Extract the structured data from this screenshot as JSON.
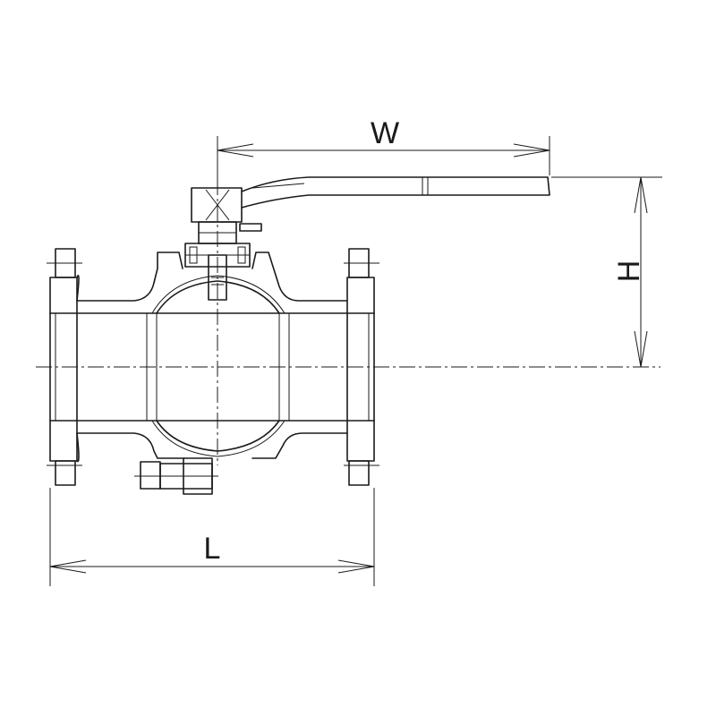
{
  "dimensions": {
    "w_label": "W",
    "h_label": "H",
    "l_label": "L"
  },
  "colors": {
    "line": "#1a1a1a",
    "background": "#ffffff"
  }
}
